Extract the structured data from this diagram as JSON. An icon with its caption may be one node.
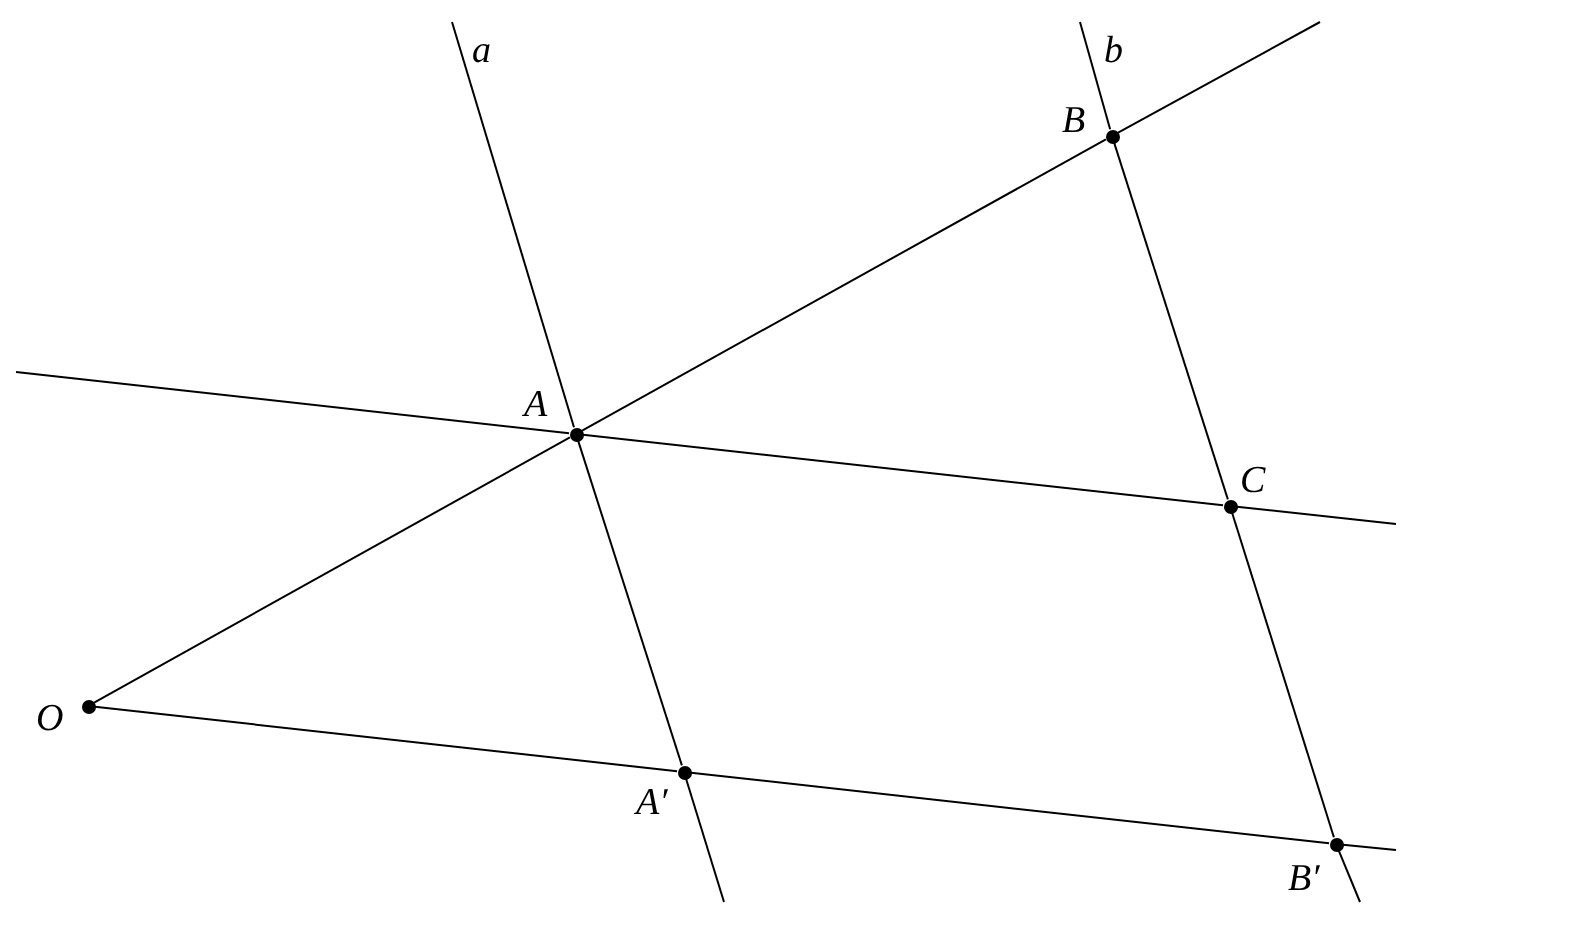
{
  "diagram": {
    "nodes": [
      {
        "text": [
          "O"
        ]
      },
      {
        "text": [
          "A"
        ]
      },
      {
        "text": [
          "B"
        ]
      },
      {
        "text": [
          "C"
        ]
      },
      {
        "text": [
          "A′"
        ]
      },
      {
        "text": [
          "B′"
        ]
      }
    ],
    "edges": [
      {
        "from": 0,
        "to": 1,
        "arrow": "none"
      },
      {
        "from": 1,
        "to": 2,
        "arrow": "none"
      },
      {
        "from": 1,
        "to": 3,
        "arrow": "none"
      },
      {
        "from": 0,
        "to": 4,
        "arrow": "none"
      },
      {
        "from": 4,
        "to": 5,
        "arrow": "none"
      },
      {
        "from": 1,
        "to": 4,
        "arrow": "none"
      },
      {
        "from": 2,
        "to": 3,
        "arrow": "none"
      },
      {
        "from": 3,
        "to": 5,
        "arrow": "none"
      }
    ],
    "labels": [
      "a",
      "b"
    ]
  }
}
